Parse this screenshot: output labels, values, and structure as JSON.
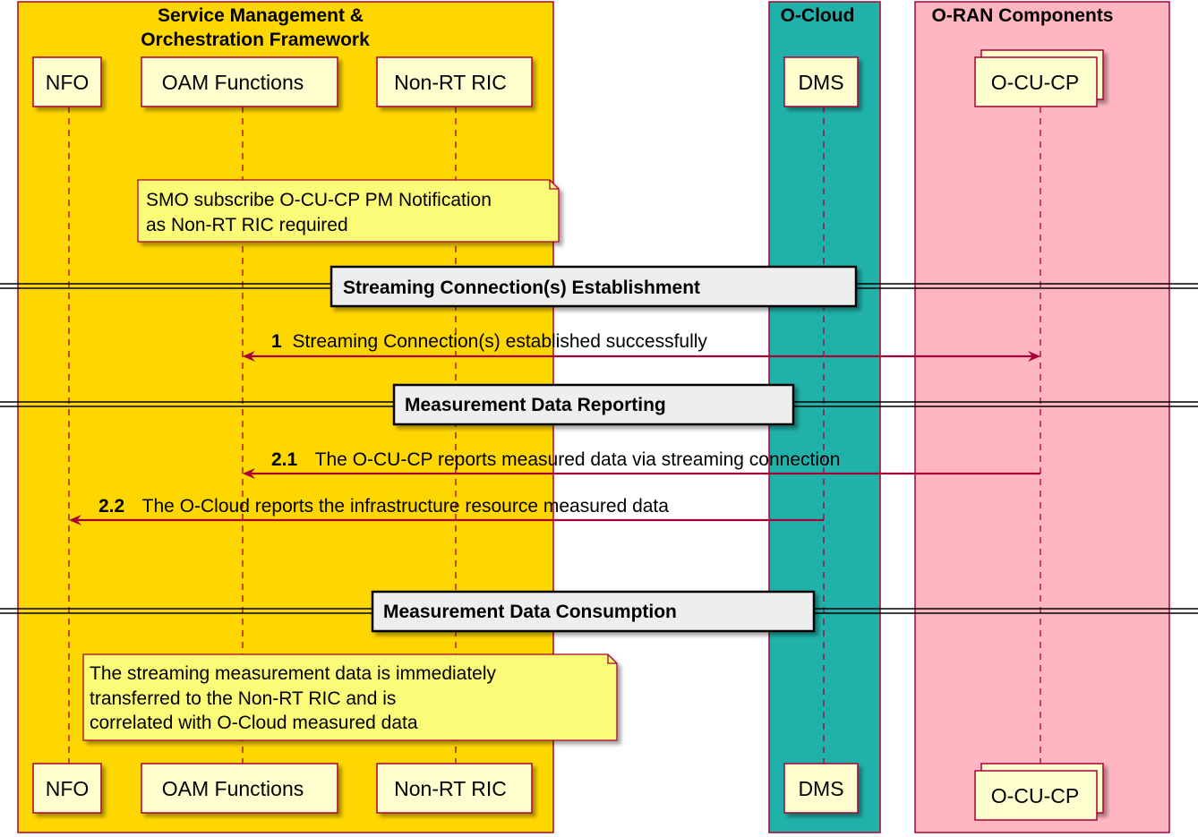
{
  "groups": {
    "smo": {
      "title_line1": "Service Management &",
      "title_line2": "Orchestration Framework",
      "color": "#FFD700"
    },
    "ocloud": {
      "title": "O-Cloud",
      "color": "#20B2AA"
    },
    "oran": {
      "title": "O-RAN Components",
      "color": "#FFB6C1"
    }
  },
  "participants": {
    "nfo": "NFO",
    "oam": "OAM Functions",
    "nrt": "Non-RT RIC",
    "dms": "DMS",
    "ocucp": "O-CU-CP"
  },
  "notes": {
    "note1": {
      "line1": "SMO subscribe O-CU-CP PM Notification",
      "line2": "as Non-RT RIC required"
    },
    "note2": {
      "line1": "The streaming measurement data is immediately",
      "line2": "transferred to the Non-RT RIC and is",
      "line3": "correlated with O-Cloud measured data"
    }
  },
  "dividers": {
    "d1": "Streaming Connection(s) Establishment",
    "d2": "Measurement Data Reporting",
    "d3": "Measurement Data Consumption"
  },
  "messages": {
    "m1": {
      "num": "1",
      "text": "Streaming Connection(s) established successfully"
    },
    "m21": {
      "num": "2.1",
      "text": "The O-CU-CP reports measured data via streaming connection"
    },
    "m22": {
      "num": "2.2",
      "text": "The O-Cloud reports the infrastructure resource measured data"
    }
  },
  "colors": {
    "arrow": "#A80036",
    "participant_fill": "#FEFECE",
    "note_fill": "#FBFB77",
    "divider_fill": "#EEEEEE"
  }
}
